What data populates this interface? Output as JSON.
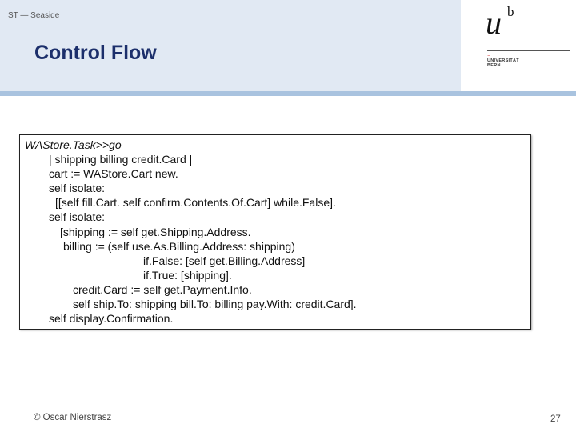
{
  "header": {
    "breadcrumb": "ST — Seaside",
    "title": "Control Flow",
    "logo_mark": "⊃",
    "logo_line1": "UNIVERSITÄT",
    "logo_line2": "BERN"
  },
  "code": {
    "lines": [
      "WAStore.Task>>go",
      "| shipping billing credit.Card |",
      "cart := WAStore.Cart new.",
      "self isolate:",
      "[[self fill.Cart. self confirm.Contents.Of.Cart] while.False].",
      "self isolate:",
      "[shipping := self get.Shipping.Address.",
      "billing := (self use.As.Billing.Address: shipping)",
      "if.False: [self get.Billing.Address]",
      "if.True: [shipping].",
      "credit.Card := self get.Payment.Info.",
      "self ship.To: shipping bill.To: billing pay.With: credit.Card].",
      "self display.Confirmation."
    ]
  },
  "footer": {
    "author": "© Oscar Nierstrasz",
    "page_number": "27"
  },
  "colors": {
    "header_bg": "#e1e9f3",
    "rule": "#a9c3df",
    "title": "#1c2f6b"
  }
}
